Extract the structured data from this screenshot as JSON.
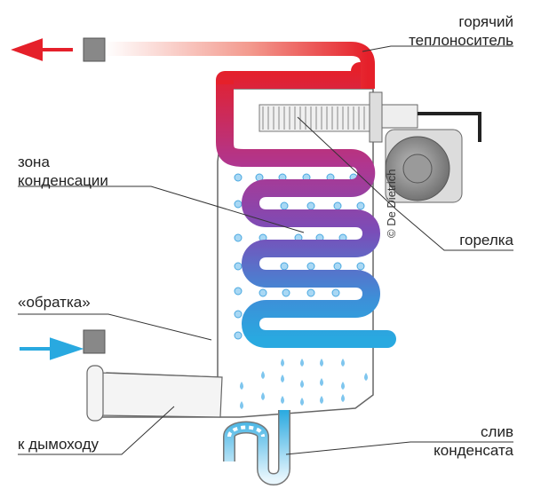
{
  "labels": {
    "hot_coolant_line1": "горячий",
    "hot_coolant_line2": "теплоноситель",
    "condensation_line1": "зона",
    "condensation_line2": "конденсации",
    "burner": "горелка",
    "return": "«обратка»",
    "to_chimney": "к дымоходу",
    "drain_line1": "слив",
    "drain_line2": "конденсата"
  },
  "watermark": "© De Dietrich",
  "colors": {
    "hot": "#e5202a",
    "cold": "#29a9e0",
    "outline": "#555555",
    "bubble": "#a9d8f4",
    "drop": "#7fc6ee"
  }
}
